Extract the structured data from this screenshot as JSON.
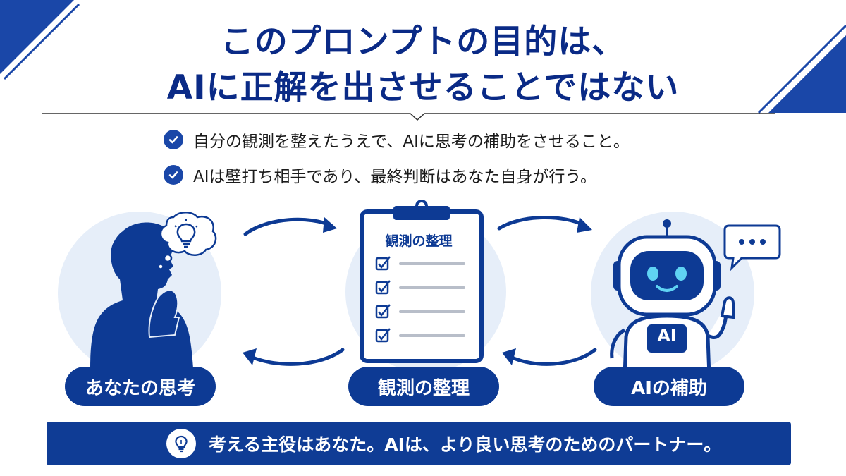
{
  "title": {
    "line1": "このプロンプトの目的は、",
    "line2": "AIに正解を出させることではない"
  },
  "points": [
    {
      "text": "自分の観測を整えたうえで、AIに思考の補助をさせること。",
      "icon": "check-circle-icon"
    },
    {
      "text": "AIは壁打ち相手であり、最終判断はあなた自身が行う。",
      "icon": "check-circle-icon"
    }
  ],
  "diagram": {
    "you_label": "あなたの思考",
    "clipboard_title": "観測の整理",
    "clipboard_label": "観測の整理",
    "robot_badge": "AI",
    "ai_label": "AIの補助",
    "thought_bubble_icon": "lightbulb-icon",
    "speech_bubble_icon": "ellipsis-icon",
    "checklist_count_icon": "checkbox-icon"
  },
  "banner": {
    "icon": "lightbulb-icon",
    "text": "考える主役はあなた。AIは、より良い思考のためのパートナー。"
  },
  "colors": {
    "primary": "#0d3a94",
    "title": "#0a2a86",
    "accent": "#1a47a8",
    "circle_bg": "#e6eef9",
    "text": "#1b1b1b"
  }
}
